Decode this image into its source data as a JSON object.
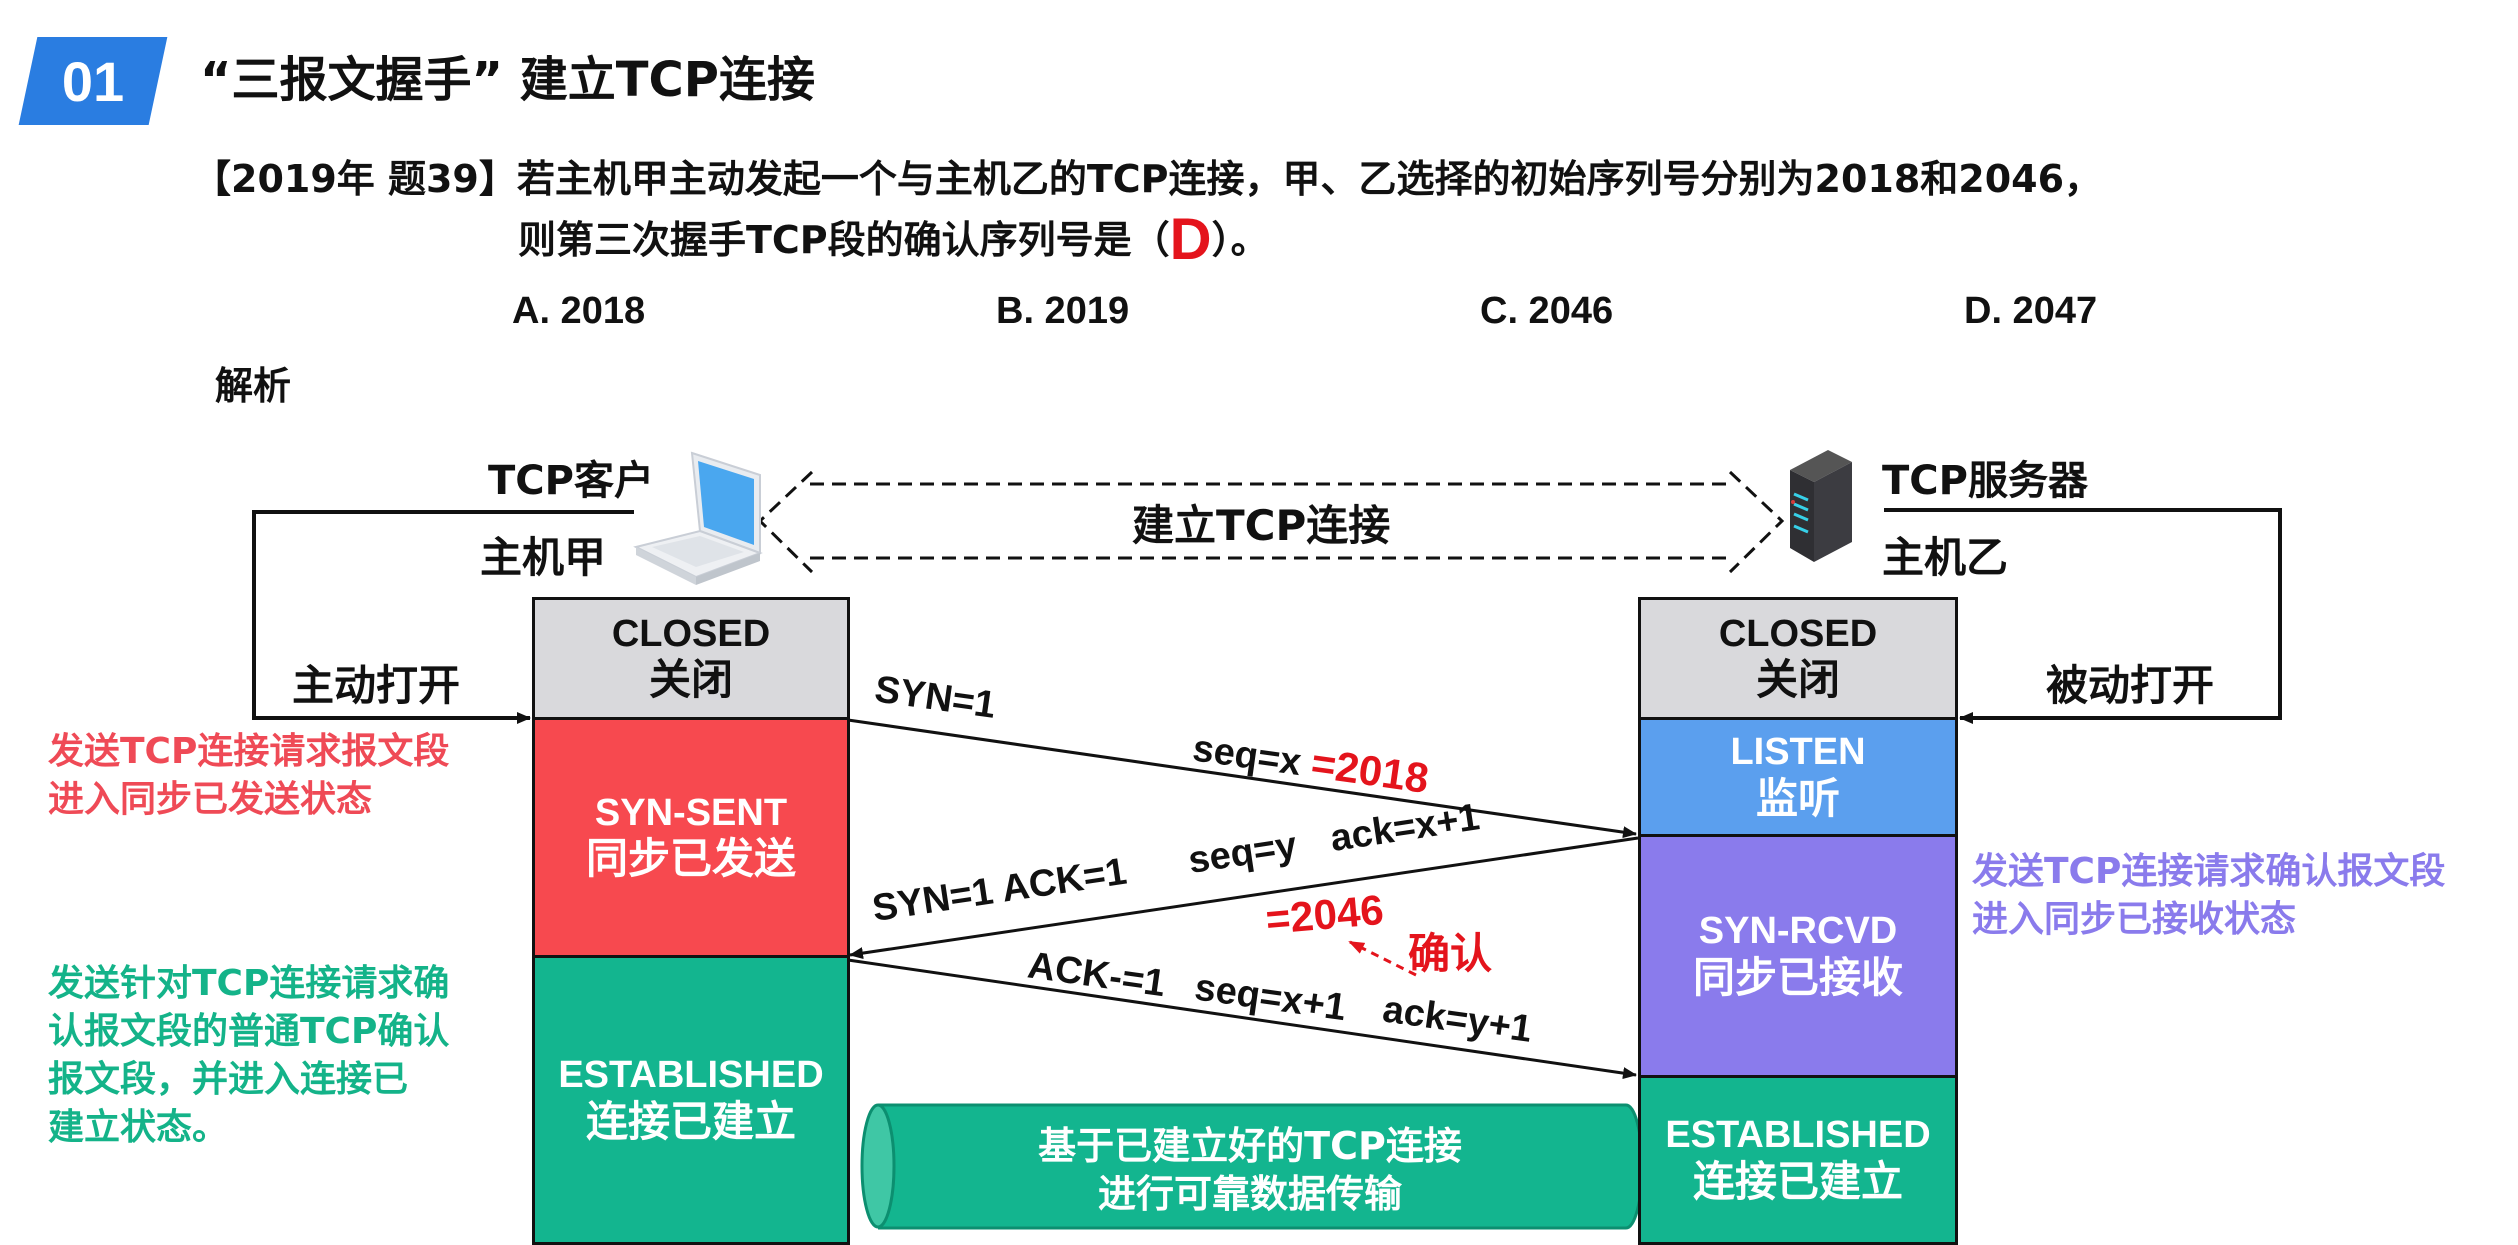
{
  "header": {
    "section_number": "01",
    "title": "“三报文握手” 建立TCP连接"
  },
  "question": {
    "source": "【2019年 题39】",
    "line1": "若主机甲主动发起一个与主机乙的TCP连接，甲、乙选择的初始序列号分别为2018和2046，",
    "line2_prefix": "则第三次握手TCP段的确认序列号是（",
    "answer": "D",
    "line2_suffix": "）。",
    "options": [
      {
        "label": "A. 2018"
      },
      {
        "label": "B. 2019"
      },
      {
        "label": "C. 2046"
      },
      {
        "label": "D. 2047"
      }
    ],
    "analysis_heading": "解析"
  },
  "diagram": {
    "client": {
      "role": "TCP客户",
      "host": "主机甲",
      "icon": "laptop-icon",
      "open_label": "主动打开",
      "states": [
        {
          "en": "CLOSED",
          "zh": "关闭"
        },
        {
          "en": "SYN-SENT",
          "zh": "同步已发送"
        },
        {
          "en": "ESTABLISHED",
          "zh": "连接已建立"
        }
      ]
    },
    "server": {
      "role": "TCP服务器",
      "host": "主机乙",
      "icon": "server-icon",
      "open_label": "被动打开",
      "states": [
        {
          "en": "CLOSED",
          "zh": "关闭"
        },
        {
          "en": "LISTEN",
          "zh": "监听"
        },
        {
          "en": "SYN-RCVD",
          "zh": "同步已接收"
        },
        {
          "en": "ESTABLISHED",
          "zh": "连接已建立"
        }
      ]
    },
    "connection_label": "建立TCP连接",
    "segments": {
      "first": {
        "flags": "SYN=1",
        "seq": "seq=x",
        "seq_value": "=2018"
      },
      "second": {
        "flags": "SYN=1  ACK=1",
        "seq": "seq=y",
        "ack": "ack=x+1",
        "seq_value": "=2046"
      },
      "third": {
        "flags": "ACK-=1",
        "seq": "seq=x+1",
        "ack": "ack=y+1",
        "annotation": "确认"
      }
    },
    "notes": {
      "client_syn": "发送TCP连接请求报文段\n进入同步已发送状态",
      "server_syn": "发送TCP连接请求确认报文段\n进入同步已接收状态",
      "client_est": "发送针对TCP连接请求确\n认报文段的普通TCP确认\n报文段，并进入连接已\n建立状态。"
    },
    "data_pipe": {
      "line1": "基于已建立好的TCP连接",
      "line2": "进行可靠数据传输"
    },
    "colors": {
      "closed": "#d9d9dc",
      "syn_sent": "#f7494f",
      "listen": "#5b9fee",
      "syn_rcvd": "#8a7bec",
      "established": "#13b58f",
      "highlight_red": "#e4141c",
      "badge_blue": "#2a7de1"
    }
  }
}
